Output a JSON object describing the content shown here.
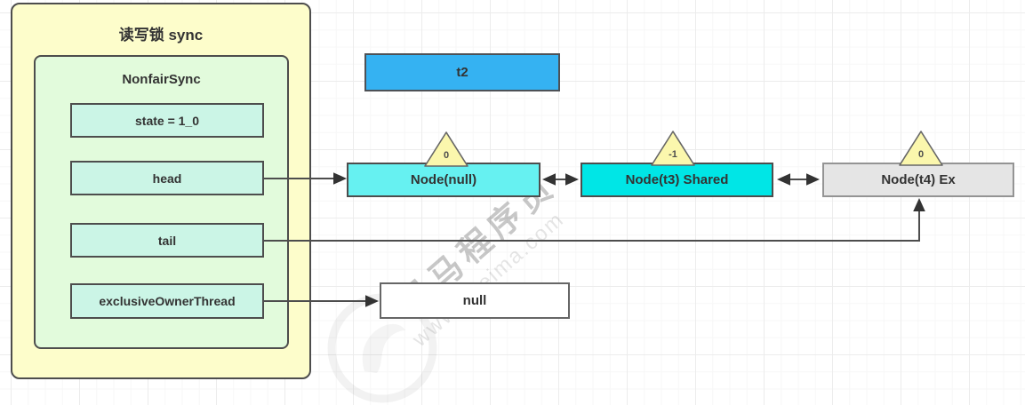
{
  "sync_object": {
    "title": "读写锁 sync",
    "class_name": "NonfairSync",
    "fields": [
      {
        "label": "state = 1_0"
      },
      {
        "label": "head"
      },
      {
        "label": "tail"
      },
      {
        "label": "exclusiveOwnerThread"
      }
    ]
  },
  "thread": {
    "label": "t2"
  },
  "queue_nodes": [
    {
      "label": "Node(null)",
      "wait_status": "0"
    },
    {
      "label": "Node(t3) Shared",
      "wait_status": "-1"
    },
    {
      "label": "Node(t4) Ex",
      "wait_status": "0"
    }
  ],
  "owner_value": {
    "label": "null"
  },
  "watermark": {
    "brand": "黑马程序员",
    "url": "www.itheima.com"
  },
  "colors": {
    "outer_box_fill": "#FDFDCB",
    "inner_box_fill": "#E2FBDC",
    "field_fill": "#CBF5E6",
    "thread_fill": "#35B2F2",
    "node_head_fill": "#66F1F1",
    "node_shared_fill": "#00E6E6",
    "node_exclusive_fill": "#E5E5E5",
    "warning_triangle_fill": "#FBF7AD",
    "stroke": "#4D4D4D"
  }
}
